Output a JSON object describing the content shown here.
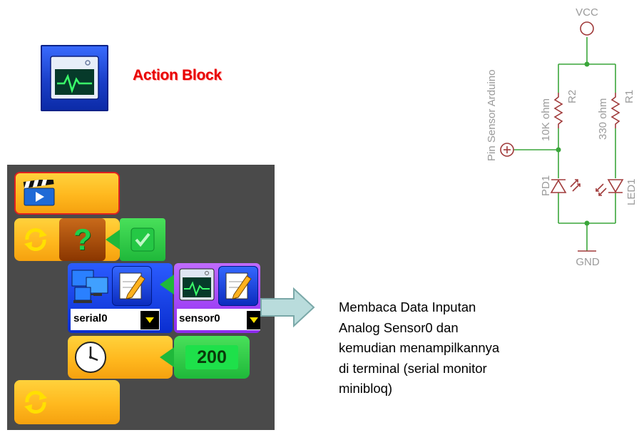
{
  "legend": {
    "label": "Action Block"
  },
  "program": {
    "serial_dropdown": "serial0",
    "sensor_dropdown": "sensor0",
    "delay_value": "200"
  },
  "caption": {
    "lines": [
      "Membaca Data Inputan",
      "Analog Sensor0 dan",
      "kemudian menampilkannya",
      "di terminal (serial monitor",
      "minibloq)"
    ]
  },
  "schematic": {
    "vcc": "VCC",
    "gnd": "GND",
    "pin_label": "Pin Sensor Arduino",
    "r2_name": "R2",
    "r2_value": "10K ohm",
    "r1_name": "R1",
    "r1_value": "330 ohm",
    "pd1": "PD1",
    "led1": "LED1"
  },
  "colors": {
    "action_label": "#e80000",
    "block_orange": "#ffb81e",
    "block_green": "#1fb83a",
    "block_blue": "#0a2ed0",
    "block_purple": "#8d2bf0",
    "wire": "#3aa63a",
    "component": "#a03a3a"
  }
}
